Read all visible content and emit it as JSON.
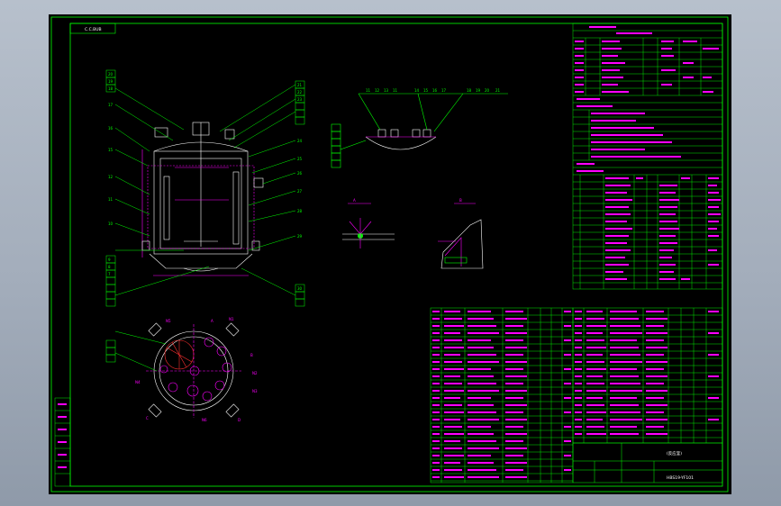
{
  "canvas": {
    "background": "#000000",
    "frame_color": "#00ff00",
    "part_color": "#ffffff",
    "annotation_color": "#ff00ff",
    "hidden_color": "#ff3030"
  },
  "title_block": {
    "drawing_number": "HBS19-YF101",
    "name": "(反应釜)",
    "sheet_tag": "C.C.BUB"
  },
  "section_labels": {
    "detail_a": "A",
    "detail_b": "B"
  }
}
